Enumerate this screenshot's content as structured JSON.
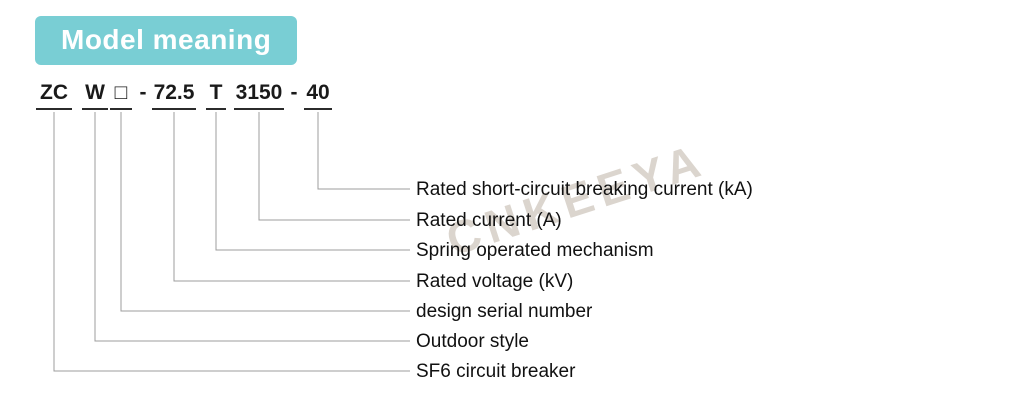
{
  "header": {
    "title": "Model meaning"
  },
  "colors": {
    "accent": "#79ced4",
    "line": "#9c9c9c",
    "underline": "#2b2b2b",
    "watermark_color": "#bdb2a6"
  },
  "model": {
    "separator": "-",
    "segments": [
      {
        "code": "ZC",
        "meaning": "SF6 circuit breaker"
      },
      {
        "code": "W",
        "meaning": "Outdoor style"
      },
      {
        "code": "□",
        "meaning": "design serial number"
      },
      {
        "code": "72.5",
        "meaning": "Rated voltage (kV)"
      },
      {
        "code": "T",
        "meaning": "Spring operated mechanism"
      },
      {
        "code": "3150",
        "meaning": "Rated current (A)"
      },
      {
        "code": "40",
        "meaning": "Rated short-circuit breaking current (kA)"
      }
    ]
  },
  "watermark": "CNKEEYA"
}
